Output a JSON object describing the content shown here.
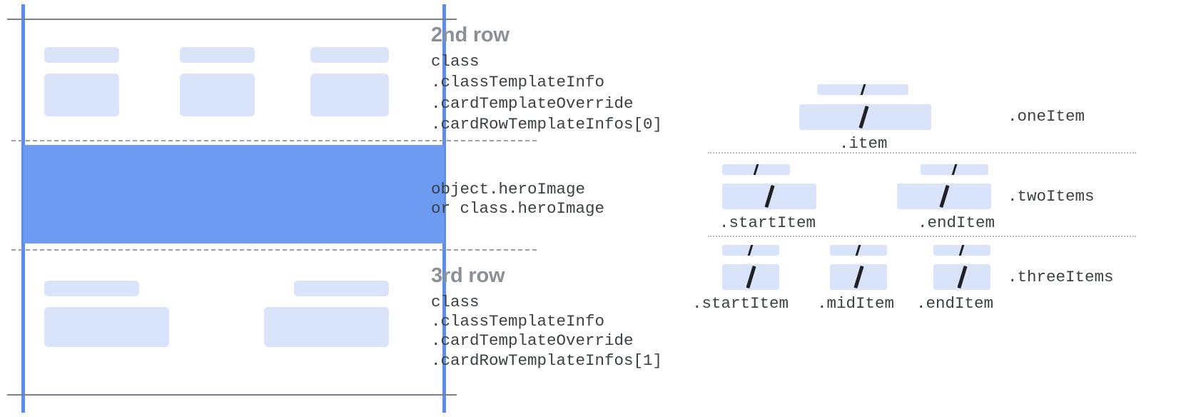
{
  "card_mock": {
    "rows": [
      {
        "id": "second-row",
        "title": "2nd row",
        "path_lines": [
          "class",
          ".classTemplateInfo",
          ".cardTemplateOverride",
          ".cardRowTemplateInfos[0]"
        ]
      },
      {
        "id": "hero-row",
        "title": "",
        "path_lines": [
          "object.heroImage",
          "or class.heroImage"
        ]
      },
      {
        "id": "third-row",
        "title": "3rd row",
        "path_lines": [
          "class",
          ".classTemplateInfo",
          ".cardTemplateOverride",
          ".cardRowTemplateInfos[1]"
        ]
      }
    ]
  },
  "item_layouts": [
    {
      "id": "one-item",
      "group_label": ".oneItem",
      "slots": [
        {
          "label": ".item",
          "glyph": "/"
        }
      ]
    },
    {
      "id": "two-items",
      "group_label": ".twoItems",
      "slots": [
        {
          "label": ".startItem",
          "glyph": "/"
        },
        {
          "label": ".endItem",
          "glyph": "/"
        }
      ]
    },
    {
      "id": "three-items",
      "group_label": ".threeItems",
      "slots": [
        {
          "label": ".startItem",
          "glyph": "/"
        },
        {
          "label": ".midItem",
          "glyph": "/"
        },
        {
          "label": ".endItem",
          "glyph": "/"
        }
      ]
    }
  ],
  "colors": {
    "placeholder_bar": "#d9e3fa",
    "hero_image": "#6d9bf1",
    "guide_line": "#5b8def",
    "card_border": "#7a7f87",
    "divider_dashed": "#9aa0a6",
    "row_title_text": "#8b9096",
    "mono_text": "#3c4043"
  }
}
